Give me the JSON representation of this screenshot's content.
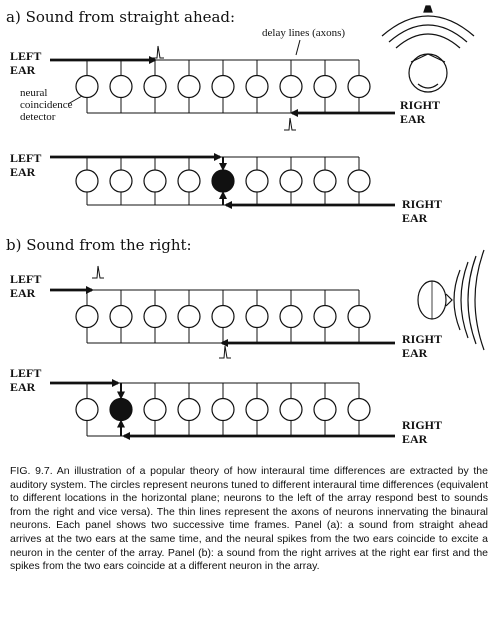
{
  "panels": [
    {
      "heading": "a) Sound from straight ahead:",
      "left_ear": [
        "LEFT",
        "EAR"
      ],
      "right_ear": [
        "RIGHT",
        "EAR"
      ]
    },
    {
      "heading": "b) Sound from the right:",
      "left_ear": [
        "LEFT",
        "EAR"
      ],
      "right_ear": [
        "RIGHT",
        "EAR"
      ]
    }
  ],
  "labels": {
    "delay_lines": "delay lines (axons)",
    "detector": [
      "neural",
      "coincidence",
      "detector"
    ]
  },
  "figure": {
    "neuron_count": 9,
    "active_neuron": {
      "a_second": 5,
      "b_second": 2
    }
  },
  "caption": "FIG. 9.7. An illustration of a popular theory of how interaural time differences are extracted by the auditory system. The circles represent neurons tuned to different interaural time differences (equivalent to different locations in the horizontal plane; neurons to the left of the array respond best to sounds from the right and vice versa). The thin lines represent the axons of neurons innervating the binaural neurons. Each panel shows two successive time frames. Panel (a): a sound from straight ahead arrives at the two ears at the same time, and the neural spikes from the two ears coincide to excite a neuron in the center of the array. Panel (b): a sound from the right arrives at the right ear first and the spikes from the two ears coincide at a different neuron in the array."
}
